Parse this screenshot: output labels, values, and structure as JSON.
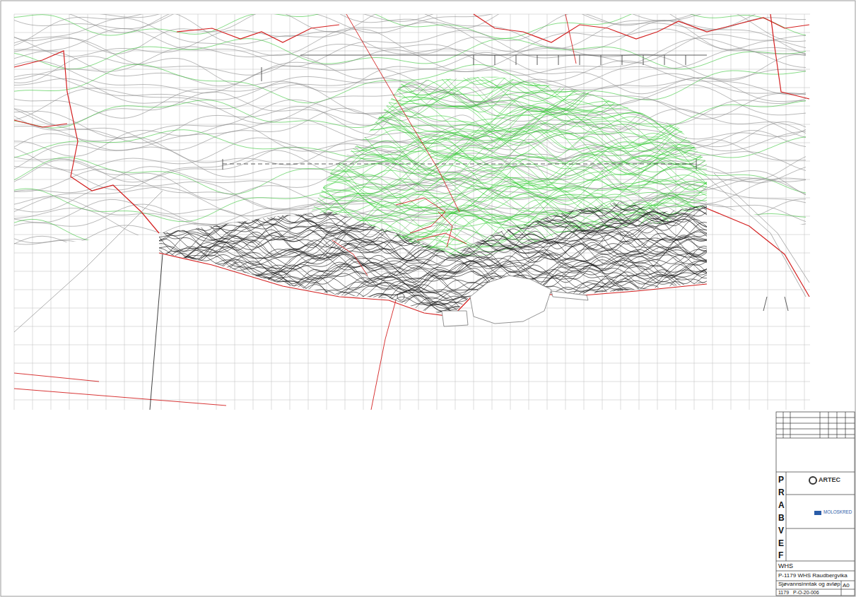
{
  "diagram": {
    "labels": [
      "P",
      "R",
      "A",
      "B",
      "V",
      "E",
      "F",
      "ARTEC",
      "MOLOSKRED",
      "WHS",
      "P-1179 WHS Raudbergvika",
      "Sjøvannsinntak og avløp",
      "1179",
      "P-O-20-006",
      "A0"
    ]
  }
}
